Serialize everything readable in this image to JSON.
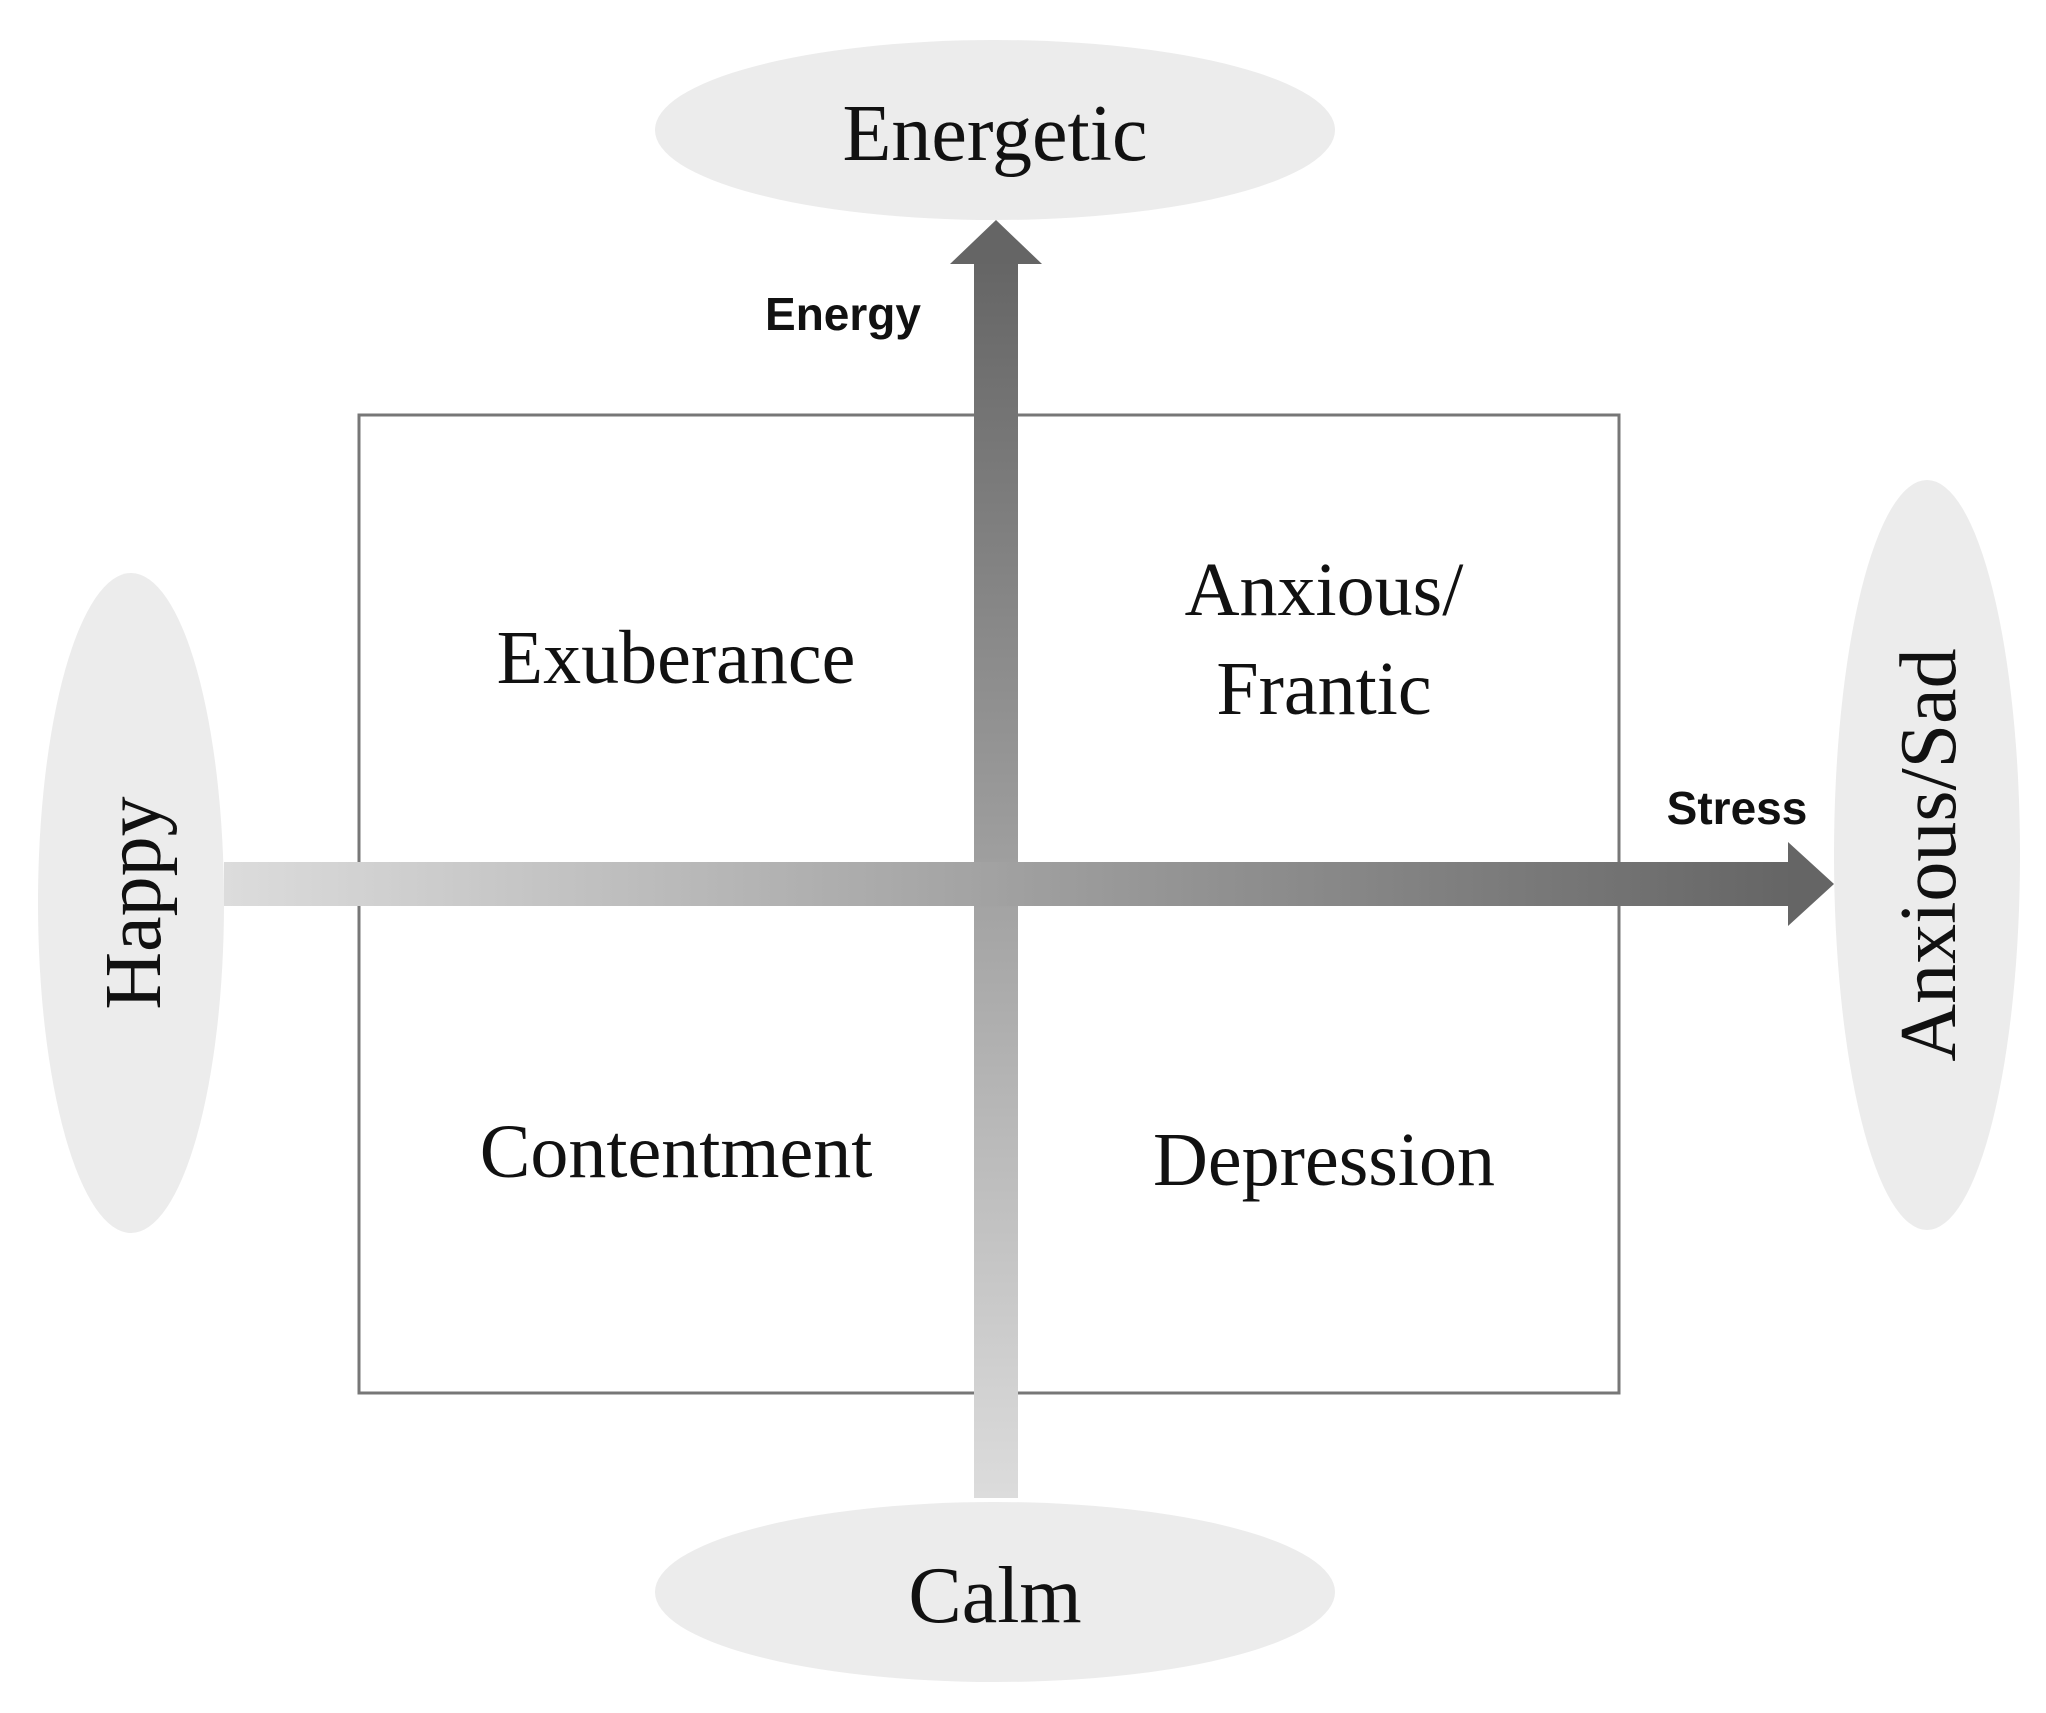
{
  "poles": {
    "top": "Energetic",
    "bottom": "Calm",
    "left": "Happy",
    "right": "Anxious/Sad"
  },
  "axes": {
    "vertical_label": "Energy",
    "horizontal_label": "Stress"
  },
  "quadrants": {
    "top_left": "Exuberance",
    "top_right_line1": "Anxious/",
    "top_right_line2": "Frantic",
    "bottom_left": "Contentment",
    "bottom_right": "Depression"
  },
  "colors": {
    "ellipse_fill": "#ececec",
    "box_stroke": "#777777",
    "arrow_light": "#dcdcdc",
    "arrow_dark": "#656565",
    "text": "#111111"
  }
}
